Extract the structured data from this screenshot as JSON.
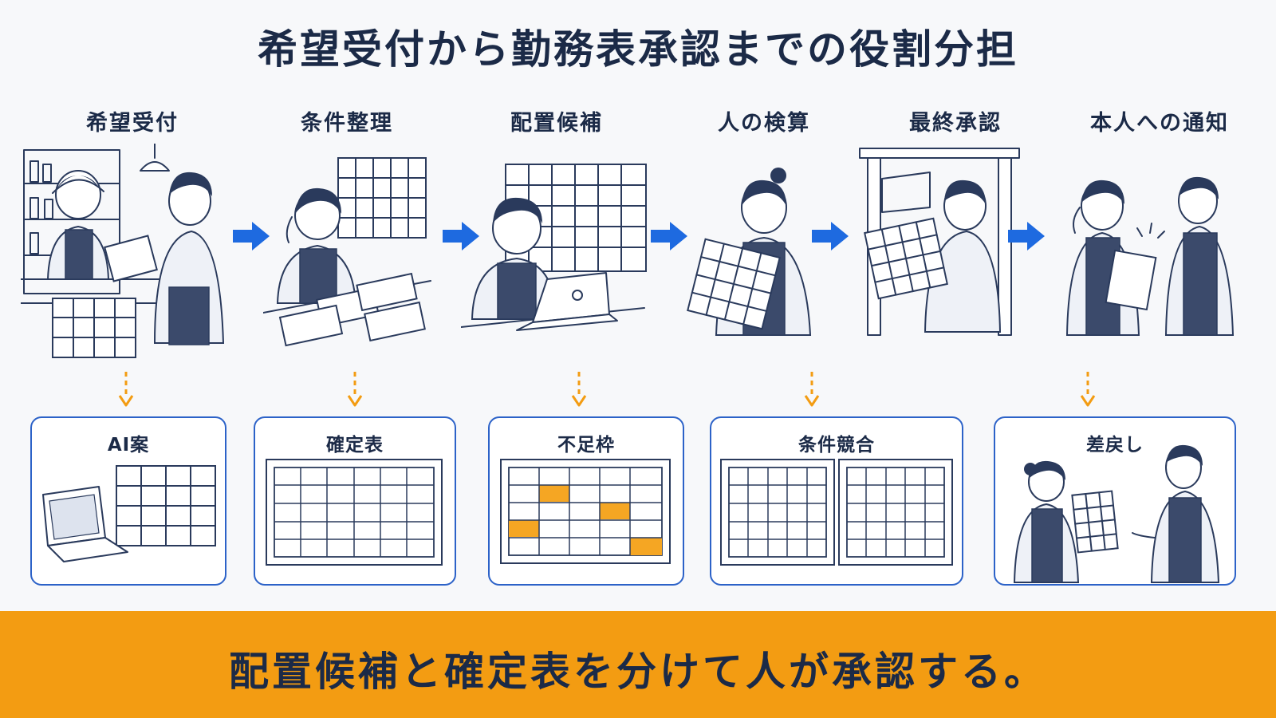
{
  "title": "希望受付から勤務表承認までの役割分担",
  "steps": [
    {
      "label": "希望受付"
    },
    {
      "label": "条件整理"
    },
    {
      "label": "配置候補"
    },
    {
      "label": "人の検算"
    },
    {
      "label": "最終承認"
    },
    {
      "label": "本人への通知"
    }
  ],
  "outputs": [
    {
      "label": "AI案",
      "icon": "laptop-and-table-icon"
    },
    {
      "label": "確定表",
      "icon": "grid-table-icon"
    },
    {
      "label": "不足枠",
      "icon": "grid-with-gaps-icon"
    },
    {
      "label": "条件競合",
      "icon": "two-tables-icon"
    },
    {
      "label": "差戻し",
      "icon": "return-handoff-icon"
    }
  ],
  "banner": {
    "text": "配置候補と確定表を分けて人が承認する。"
  },
  "colors": {
    "accent_blue": "#1e6ae0",
    "box_border": "#2c62c8",
    "dashed_arrow": "#f39c12",
    "banner": "#f39c12",
    "highlight_cell": "#f5a623",
    "ink": "#1b2a47"
  }
}
